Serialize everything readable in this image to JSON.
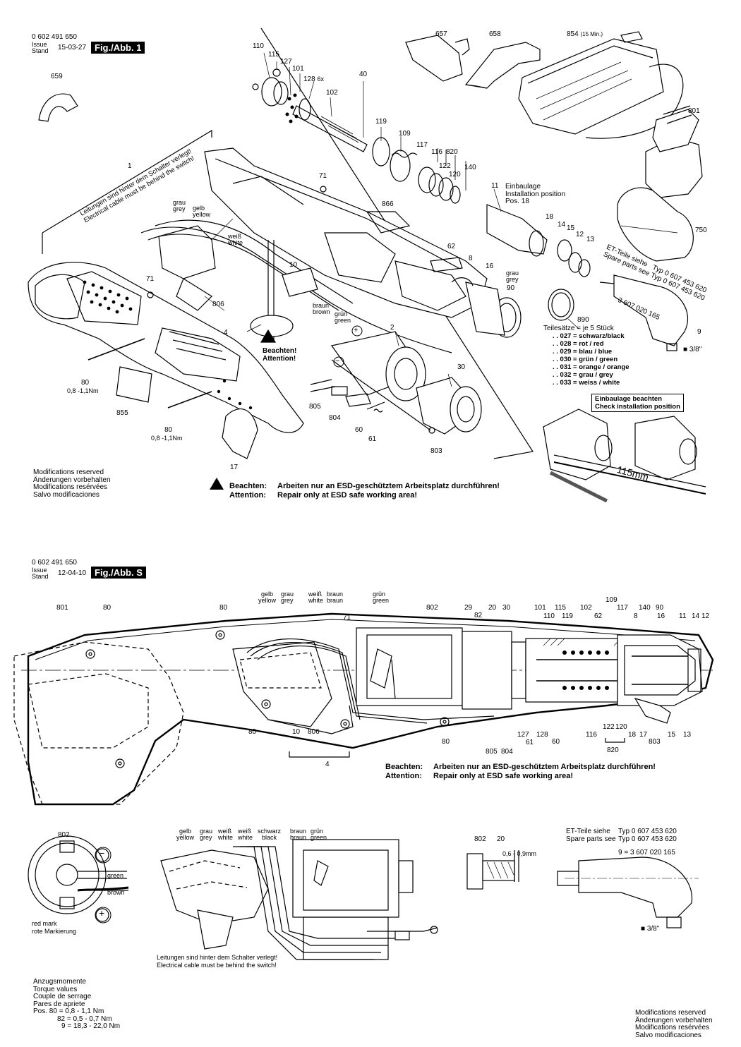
{
  "sheet1": {
    "doc_number": "0 602 491 650",
    "issue_label_1": "Issue",
    "issue_label_2": "Stand",
    "issue_date": "15-03-27",
    "fig_label": "Fig./Abb. 1",
    "wiring_note_de": "Leitungen sind hinter dem Schalter verlegt!",
    "wiring_note_en": "Electrical cable must be behind the switch!",
    "torque_80a": "0,8 -1,1Nm",
    "torque_80b": "0,8 -1,1Nm",
    "count_128": "6x",
    "charger_note": "(15 Min.)",
    "install_de": "Einbaulage",
    "install_en": "Installation position",
    "install_pos": "Pos. 18",
    "warn_callout_de": "Beachten!",
    "warn_callout_en": "Attention!",
    "plus_sign": "+",
    "minus_sign": "−",
    "et_de": "ET-Teile siehe",
    "et_en": "Spare parts see",
    "et_typ_1": "Typ  0 607 453 620",
    "et_typ_2": "Typ  0 607 453 620",
    "part_9_num": "3 607 020 165",
    "drive_size": "■ 3/8\"",
    "sets_title": "Teilesätze = je 5 Stück",
    "sets": [
      ". . 027 = schwarz/black",
      ". . 028 = rot / red",
      ". . 029 = blau / blue",
      ". . 030 = grün / green",
      ". . 031 = orange / orange",
      ". . 032 = grau / grey",
      ". . 033 = weiss / white"
    ],
    "check_de": "Einbaulage beachten",
    "check_en": "Check installation position",
    "ruler": "115mm",
    "modifications": [
      "Modifications reserved",
      "Änderungen vorbehalten",
      "Modifications resérvées",
      "Salvo modificaciones"
    ],
    "esd_label_de": "Beachten:",
    "esd_text_de": "Arbeiten nur an ESD-geschütztem Arbeitsplatz durchführen!",
    "esd_label_en": "Attention:",
    "esd_text_en": "Repair only at ESD safe working area!",
    "wires": {
      "grau": "grau",
      "grey": "grey",
      "gelb": "gelb",
      "yellow": "yellow",
      "weiss": "weiß",
      "white": "white",
      "braun": "braun",
      "brown": "brown",
      "gruen": "grün",
      "green": "green",
      "grau2": "grau",
      "grey2": "grey"
    },
    "parts": {
      "p110": "110",
      "p115": "115",
      "p127": "127",
      "p101": "101",
      "p128": "128",
      "p102": "102",
      "p40": "40",
      "p657": "657",
      "p658": "658",
      "p854": "854",
      "p659": "659",
      "p801": "801",
      "p119": "119",
      "p109": "109",
      "p117": "117",
      "p116": "116",
      "p820": "820",
      "p122": "122",
      "p120": "120",
      "p140": "140",
      "p1": "1",
      "p71a": "71",
      "p11": "11",
      "p866": "866",
      "p750": "750",
      "p18": "18",
      "p14": "14",
      "p15": "15",
      "p12": "12",
      "p13": "13",
      "p62": "62",
      "p8": "8",
      "p16": "16",
      "p90": "90",
      "p10": "10",
      "p71b": "71",
      "p806": "806",
      "p4": "4",
      "p890": "890",
      "p2": "2",
      "p9": "9",
      "p30": "30",
      "p80a": "80",
      "p855": "855",
      "p805": "805",
      "p804": "804",
      "p60": "60",
      "p61": "61",
      "p80b": "80",
      "p803": "803",
      "p17": "17"
    }
  },
  "sheet2": {
    "doc_number": "0 602 491 650",
    "issue_label_1": "Issue",
    "issue_label_2": "Stand",
    "issue_date": "12-04-10",
    "fig_label": "Fig./Abb. S",
    "top_labels": {
      "p801": "801",
      "p80a": "80",
      "p80b": "80",
      "p71": "71",
      "p802": "802",
      "p29": "29",
      "p82": "82",
      "p20": "20",
      "p30": "30",
      "p101": "101",
      "p110": "110",
      "p115": "115",
      "p119": "119",
      "p102": "102",
      "p62": "62",
      "p109": "109",
      "p117": "117",
      "p8": "8",
      "p140": "140",
      "p16": "16",
      "p90": "90",
      "p11": "11",
      "p14": "14",
      "p12": "12"
    },
    "wire_labels": {
      "gelb": "gelb",
      "yellow": "yellow",
      "grau": "grau",
      "grey": "grey",
      "weiss": "weiß",
      "white": "white",
      "braun": "braun",
      "braun2": "braun",
      "gruen": "grün",
      "green": "green"
    },
    "bottom_labels": {
      "p80c": "80",
      "p10": "10",
      "p806": "806",
      "p4": "4",
      "p80d": "80",
      "p805": "805",
      "p804": "804",
      "p127": "127",
      "p61": "61",
      "p128": "128",
      "p60": "60",
      "p116": "116",
      "p122": "122",
      "p120": "120",
      "p820": "820",
      "p18": "18",
      "p17": "17",
      "p803": "803",
      "p15": "15",
      "p13": "13"
    },
    "esd_label_de": "Beachten:",
    "esd_text_de": "Arbeiten nur an ESD-geschütztem Arbeitsplatz durchführen!",
    "esd_label_en": "Attention:",
    "esd_text_en": "Repair only at ESD safe working area!",
    "motor_detail": {
      "p802": "802",
      "minus": "−",
      "plus": "+",
      "green": "green",
      "brown": "brown",
      "red_mark_en": "red mark",
      "red_mark_de": "rote Markierung"
    },
    "wiring_detail": {
      "gelb": "gelb",
      "yellow": "yellow",
      "grau": "grau",
      "grey": "grey",
      "weiss1": "weiß",
      "white1": "white",
      "weiss2": "weiß",
      "white2": "white",
      "schwarz": "schwarz",
      "black": "black",
      "braun1": "braun",
      "braun2": "braun",
      "gruen": "grün",
      "green": "green",
      "note_de": "Leitungen sind hinter dem Schalter verlegt!",
      "note_en": "Electrical cable must be behind the switch!"
    },
    "gap_detail": {
      "p802": "802",
      "p20": "20",
      "gap": "0,6 - 0,9mm"
    },
    "angle_head": {
      "et_de": "ET-Teile siehe",
      "et_en": "Spare parts see",
      "typ1": "Typ  0 607 453 620",
      "typ2": "Typ  0 607 453 620",
      "part9": "9 = 3 607 020 165",
      "drive": "■ 3/8\""
    },
    "torque": {
      "lines": [
        "Anzugsmomente",
        "Torque values",
        "Couple de serrage",
        "Pares de apriete"
      ],
      "rows": [
        "Pos. 80 =   0,8  -  1,1 Nm",
        "82 =   0,5  -  0,7 Nm",
        "9 = 18,3 - 22,0 Nm"
      ]
    },
    "modifications": [
      "Modifications reserved",
      "Änderungen vorbehalten",
      "Modifications resérvées",
      "Salvo modificaciones"
    ]
  }
}
